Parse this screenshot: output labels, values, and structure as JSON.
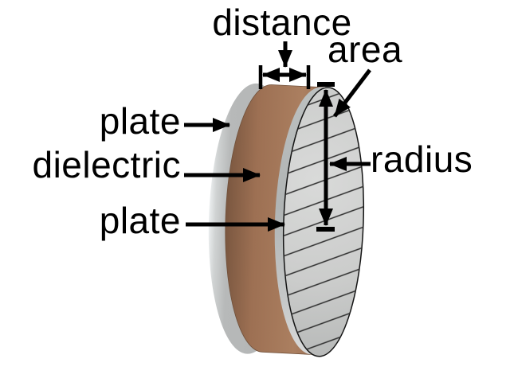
{
  "figure": {
    "background": "#ffffff",
    "labels": {
      "distance": "distance",
      "area": "area",
      "radius": "radius",
      "plate_top": "plate",
      "dielectric": "dielectric",
      "plate_bottom": "plate"
    },
    "colors": {
      "annotation": "#000000",
      "dielectric_brown": "#a87c5e",
      "dielectric_brown_dark": "#7a5740",
      "back_plate_gray": "#c0c2c2",
      "front_plate_rim_gray": "#b6baba",
      "face_gray": "#cbcccb",
      "face_outline": "#141414",
      "hatch_line": "#2e2e2e"
    }
  }
}
